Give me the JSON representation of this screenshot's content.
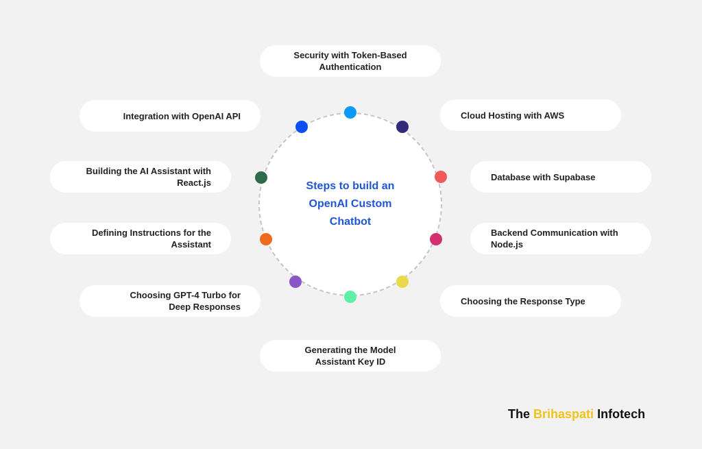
{
  "center_title": "Steps to build an OpenAI Custom Chatbot",
  "steps": [
    {
      "label": "Security with Token-Based Authentication",
      "color": "#0a9af5"
    },
    {
      "label": "Cloud Hosting with AWS",
      "color": "#352a7a"
    },
    {
      "label": "Database with Supabase",
      "color": "#ef5a5a"
    },
    {
      "label": "Backend Communication with Node.js",
      "color": "#d2306e"
    },
    {
      "label": "Choosing the Response Type",
      "color": "#ecd84a"
    },
    {
      "label": "Generating the Model Assistant Key ID",
      "color": "#5ff0a8"
    },
    {
      "label": "Choosing GPT-4 Turbo for Deep Responses",
      "color": "#8a55c9"
    },
    {
      "label": "Defining Instructions for the Assistant",
      "color": "#f06a1e"
    },
    {
      "label": "Building the AI Assistant with React.js",
      "color": "#2e6b4a"
    },
    {
      "label": "Integration with OpenAI API",
      "color": "#0a4ff0"
    }
  ],
  "logo": {
    "part1": "The",
    "part2": "Brihaspati",
    "part3": "Infotech"
  }
}
